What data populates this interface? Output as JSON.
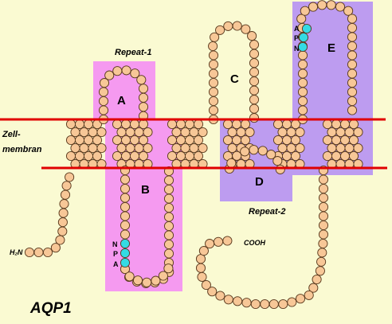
{
  "labels": {
    "protein_name": "AQP1",
    "membrane_line1": "Zell-",
    "membrane_line2": "membran",
    "repeat1": "Repeat-1",
    "repeat2": "Repeat-2",
    "n_terminus": "H₂N",
    "c_terminus": "COOH"
  },
  "loops": {
    "A": "A",
    "B": "B",
    "C": "C",
    "D": "D",
    "E": "E"
  },
  "motif_e": {
    "m1": "A",
    "m2": "P",
    "m3": "N"
  },
  "motif_b": {
    "m1": "N",
    "m2": "P",
    "m3": "A"
  },
  "colors": {
    "background": "#fafad2",
    "residue_fill": "#f7c797",
    "residue_stroke": "#5a3a1e",
    "motif_fill": "#34dbe4",
    "membrane_line": "#e00000",
    "repeat1_box": "#f59af0",
    "repeat2_box": "#bd9cf0",
    "membrane_band": "#ffffe0"
  }
}
